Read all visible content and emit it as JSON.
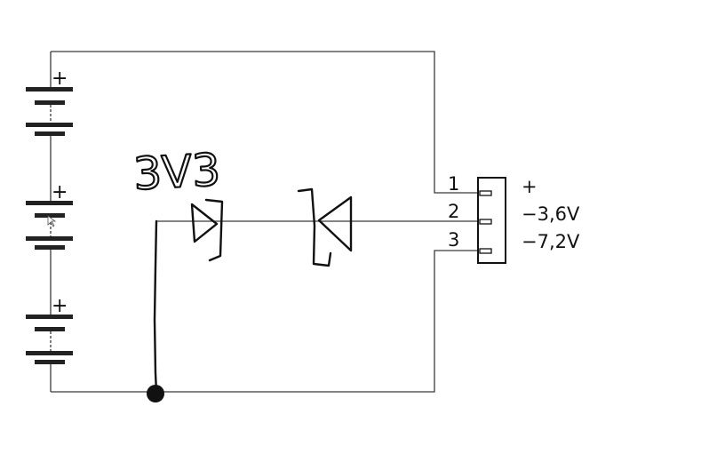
{
  "schematic": {
    "zener_label": "3V3",
    "battery_cells": [
      {
        "polarity": "+"
      },
      {
        "polarity": "+"
      },
      {
        "polarity": "+"
      }
    ],
    "connector": {
      "pins": [
        {
          "number": "1",
          "voltage": "+"
        },
        {
          "number": "2",
          "voltage": "−3,6V"
        },
        {
          "number": "3",
          "voltage": "−7,2V"
        }
      ]
    }
  }
}
